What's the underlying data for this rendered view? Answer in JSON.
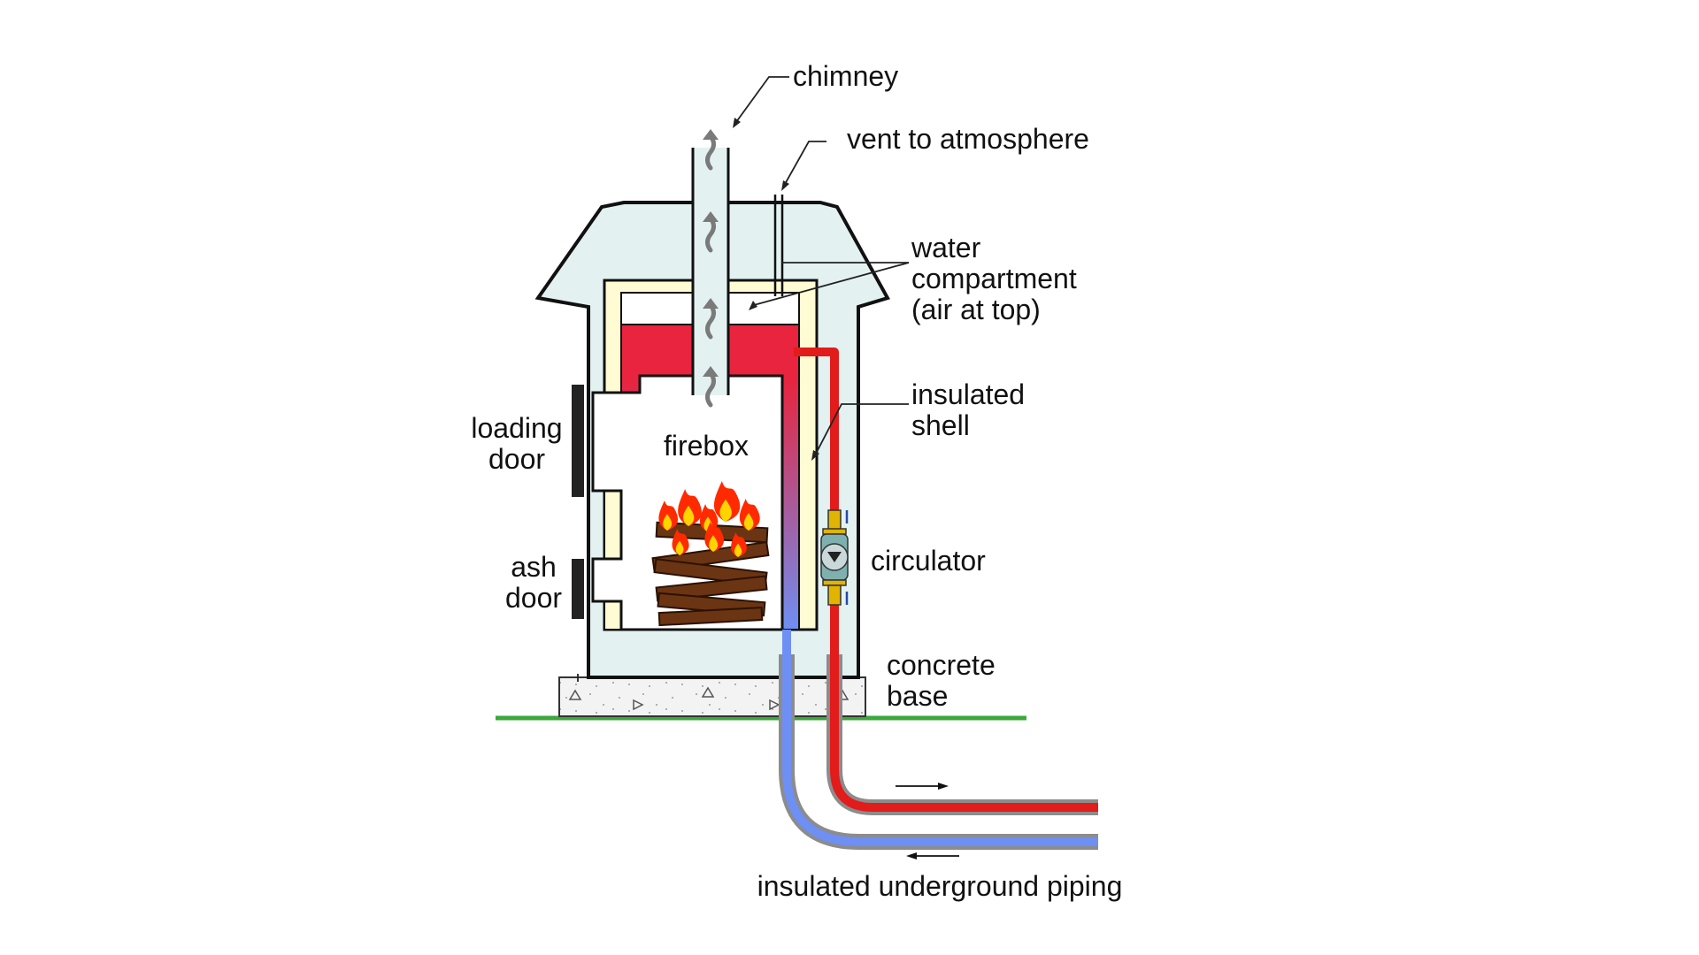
{
  "labels": {
    "chimney": "chimney",
    "vent": "vent to atmosphere",
    "water_line1": "water",
    "water_line2": "compartment",
    "water_line3": "(air at top)",
    "shell_line1": "insulated",
    "shell_line2": "shell",
    "loading_line1": "loading",
    "loading_line2": "door",
    "firebox": "firebox",
    "circulator": "circulator",
    "ash_line1": "ash",
    "ash_line2": "door",
    "base_line1": "concrete",
    "base_line2": "base",
    "piping": "insulated underground piping"
  },
  "colors": {
    "housing": "#e3f1f1",
    "insulation": "#fffbd2",
    "hot_water": "#e8243e",
    "cold_water": "#6e8ff3",
    "ground": "#3aa83a",
    "concrete": "#f3f3f3",
    "pipe_jacket": "#8c8c8c",
    "flame_outer": "#ff2a00",
    "flame_inner": "#ffd400",
    "log": "#6b3412"
  },
  "icons": {
    "smoke": "smoke-arrow-icon",
    "flow_out": "right-arrow-icon",
    "flow_return": "left-arrow-icon",
    "pump": "pump-icon"
  }
}
